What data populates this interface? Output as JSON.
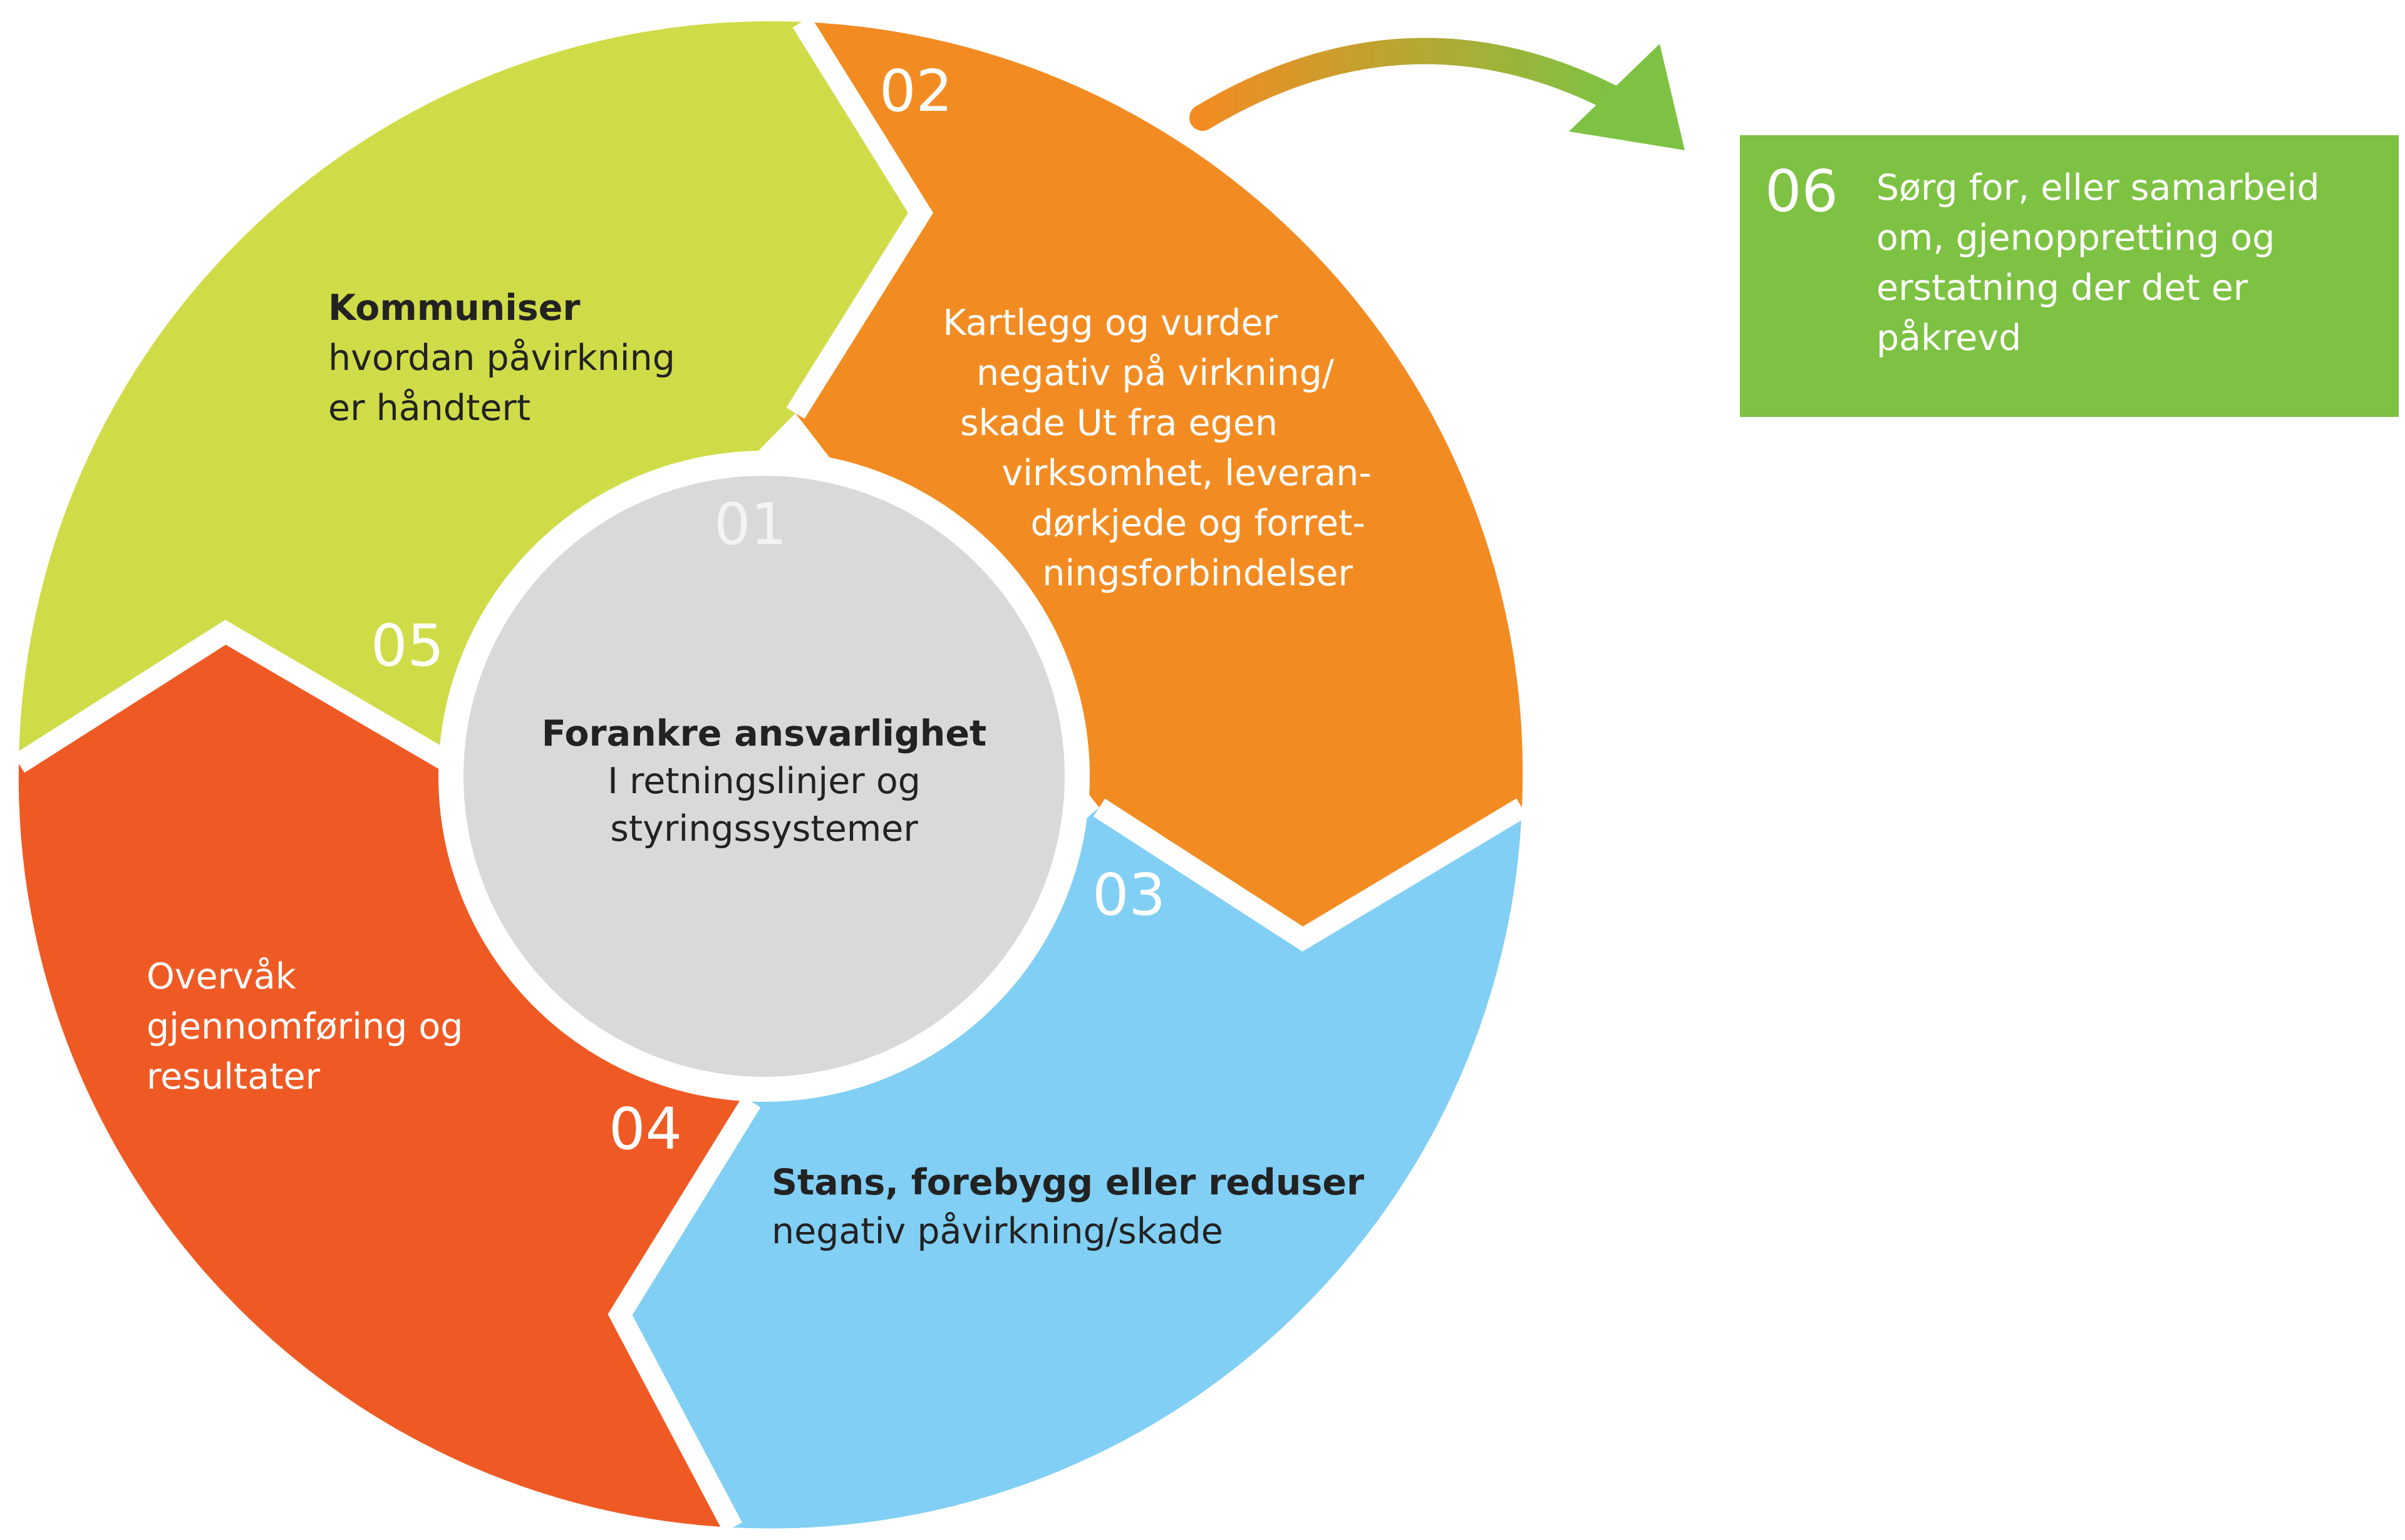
{
  "steps": {
    "s01": {
      "number": "01",
      "line1": "Forankre ansvarlighet",
      "line2": "I retningslinjer og",
      "line3": "styringssystemer"
    },
    "s02": {
      "number": "02",
      "lines": [
        "Kartlegg og vurder",
        "negativ på virkning/",
        "skade Ut fra egen",
        "virksomhet, leveran-",
        "dørkjede og forret-",
        "ningsforbindelser"
      ]
    },
    "s03": {
      "number": "03",
      "line1": "Stans, forebygg eller reduser",
      "line2": "negativ påvirkning/skade"
    },
    "s04": {
      "number": "04",
      "line1": "Overvåk",
      "line2": "gjennomføring og",
      "line3": "resultater"
    },
    "s05": {
      "number": "05",
      "line1": "Kommuniser",
      "line2": "hvordan påvirkning",
      "line3": "er håndtert"
    },
    "s06": {
      "number": "06",
      "lines": [
        "Sørg for, eller samarbeid",
        "om, gjenoppretting og",
        "erstatning der det er",
        "påkrevd"
      ]
    }
  },
  "colors": {
    "step02": "#f28c22",
    "step03": "#81cff4",
    "step04": "#ef5a24",
    "step05": "#cfdc48",
    "center": "#d9d9d9",
    "box06": "#7dc242",
    "arrow_start": "#f28c22",
    "arrow_end": "#7dc242"
  }
}
